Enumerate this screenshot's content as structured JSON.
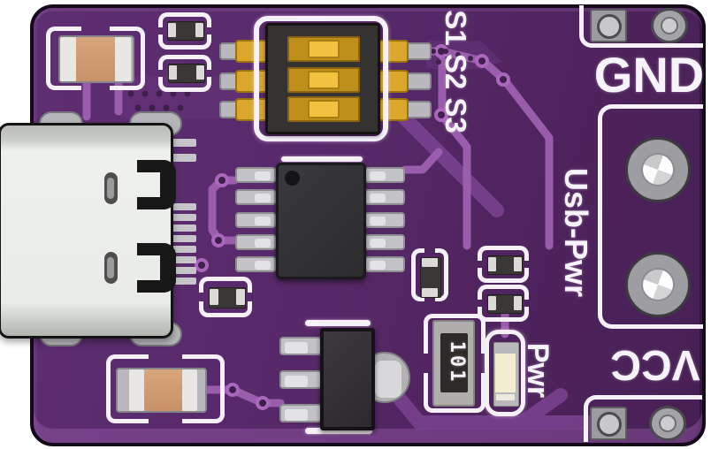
{
  "board": {
    "name": "usb-c-power-breakout-pcb",
    "silkscreen_labels": {
      "gnd": "GND",
      "usb_pwr": "Usb-Pwr",
      "vcc": "VCC",
      "pwr": "Pwr",
      "switch_channels": "S1 S2 S3"
    },
    "component_markings": {
      "resistor_code": "101"
    },
    "components": [
      "usb-c-connector",
      "dip-switch-3pos",
      "soic-10-ic",
      "sot223-voltage-regulator",
      "ceramic-capacitor-tan-top",
      "ceramic-capacitor-tan-bottom",
      "chip-resistor-101",
      "power-led",
      "chip-resistor-small-x5",
      "gnd-through-hole-pads",
      "usb-pwr-through-holes",
      "vcc-through-hole-pads"
    ],
    "colors": {
      "solder_mask": "#532768",
      "copper_trace": "#9d60af",
      "silkscreen": "#f6f1f9",
      "switch_gold": "#f2c13d",
      "capacitor_tan": "#cd9970",
      "led_cream": "#f3eed2",
      "board_outline": "#150a19"
    }
  }
}
